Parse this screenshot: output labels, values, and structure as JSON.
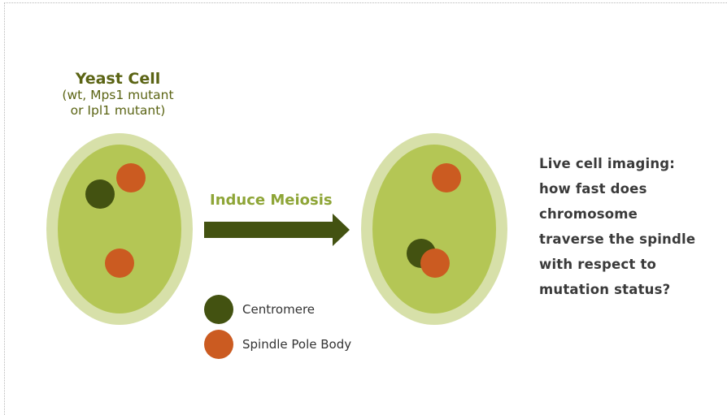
{
  "diagram": {
    "cell_title": "Yeast Cell",
    "cell_subtitle": "(wt, Mps1 mutant\nor Ipl1 mutant)",
    "arrow_label": "Induce Meiosis",
    "legend": [
      {
        "label": "Centromere",
        "color": "#435211"
      },
      {
        "label": "Spindle Pole Body",
        "color": "#cb5b21"
      }
    ],
    "question": "Live cell imaging:\nhow fast does\nchromosome\ntraverse the spindle\nwith respect to\nmutation status?",
    "colors": {
      "cell_outer": "#d7e0a9",
      "cell_inner": "#b4c655",
      "arrow": "#435211",
      "centromere": "#435211",
      "spindle_pole_body": "#cb5b21"
    }
  }
}
